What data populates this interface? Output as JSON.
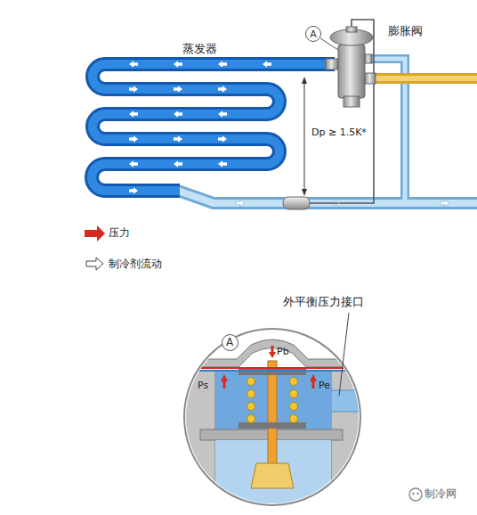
{
  "diagram": {
    "nodes": [
      {
        "text": [
          "A"
        ]
      },
      {
        "text": [
          "A"
        ]
      }
    ],
    "labels": [
      "蒸发器",
      "膨胀阀",
      "Dp ≥ 1.5K*",
      "外平衡压力接口",
      "Pb",
      "Ps",
      "Pe",
      "制冷网"
    ],
    "legend": [
      {
        "text": "压力"
      },
      {
        "text": "制冷剂流动"
      }
    ]
  }
}
